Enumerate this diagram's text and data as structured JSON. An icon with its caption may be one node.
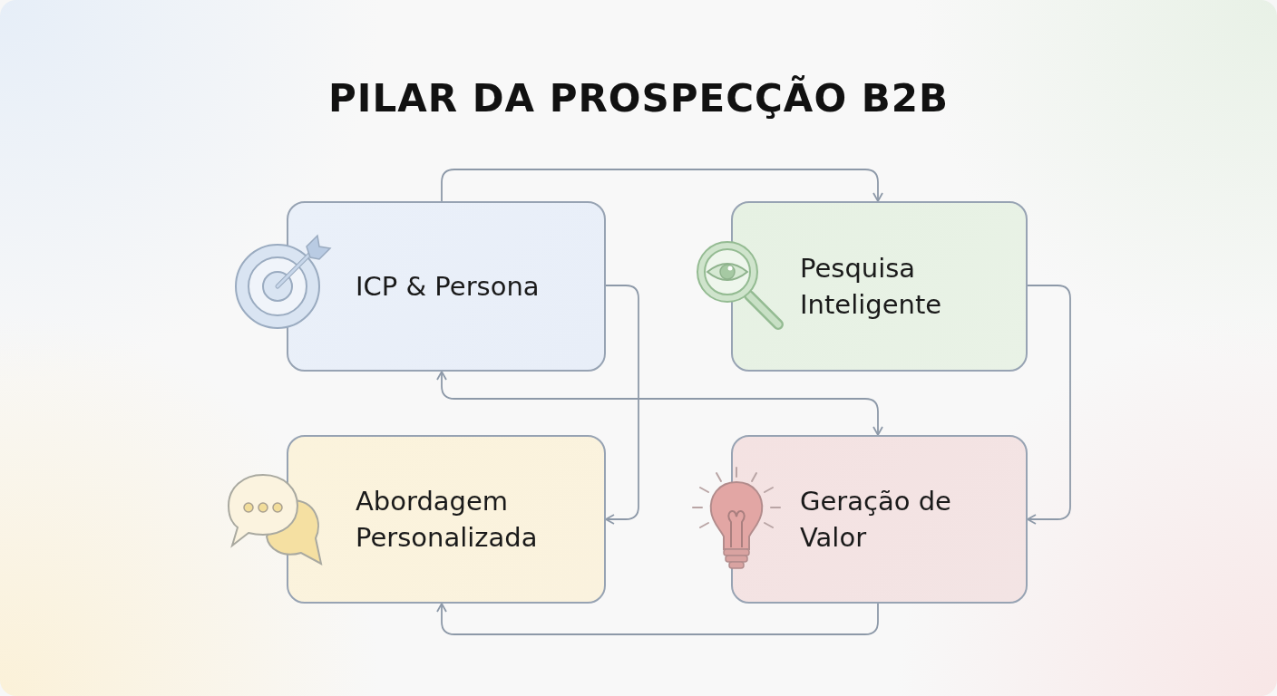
{
  "diagram": {
    "title": "PILAR DA PROSPECÇÃO B2B",
    "nodes": [
      {
        "text": [
          "ICP & Persona"
        ]
      },
      {
        "text": [
          "Pesquisa Inteligente"
        ]
      },
      {
        "text": [
          "Abordagem Personalizada"
        ]
      },
      {
        "text": [
          "Geração de Valor"
        ]
      }
    ],
    "edges": [
      {
        "from": 0,
        "to": 1,
        "arrow": "to"
      },
      {
        "from": 1,
        "to": 3,
        "arrow": "to"
      },
      {
        "from": 0,
        "to": 2,
        "arrow": "to"
      },
      {
        "from": 0,
        "to": 3,
        "arrow": "both"
      },
      {
        "from": 3,
        "to": 2,
        "arrow": "to"
      }
    ]
  }
}
